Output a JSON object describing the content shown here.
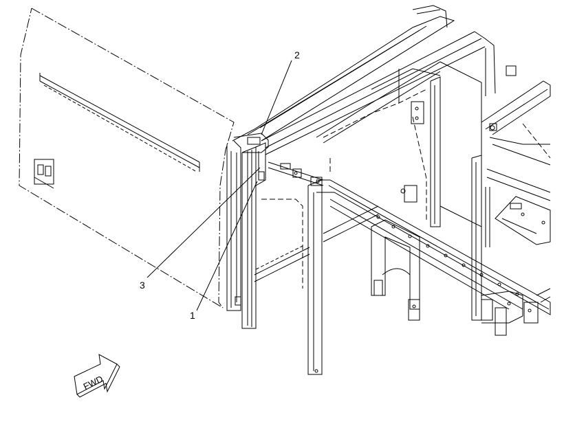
{
  "callouts": [
    {
      "number": "1"
    },
    {
      "number": "2"
    },
    {
      "number": "3"
    }
  ],
  "direction_arrow": {
    "label": "FWD",
    "icon": "forward-arrow-icon"
  },
  "colors": {
    "line": "#000000",
    "background": "#ffffff"
  }
}
